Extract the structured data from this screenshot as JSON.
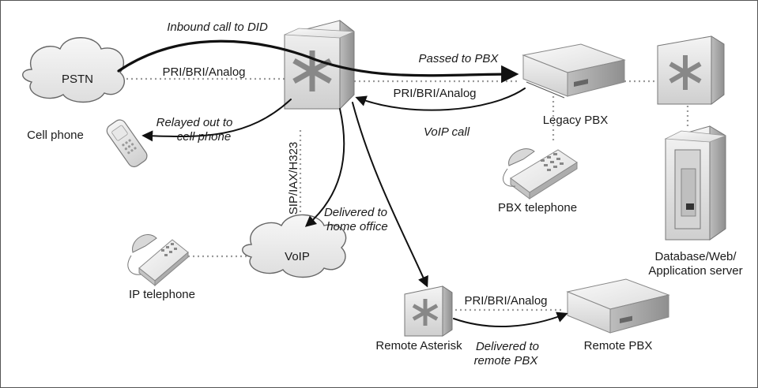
{
  "diagram": {
    "nodes": {
      "pstn": "PSTN",
      "cell_phone": "Cell phone",
      "voip": "VoIP",
      "ip_telephone": "IP telephone",
      "legacy_pbx": "Legacy PBX",
      "pbx_telephone": "PBX telephone",
      "server_line1": "Database/Web/",
      "server_line2": "Application server",
      "remote_asterisk": "Remote Asterisk",
      "remote_pbx": "Remote PBX"
    },
    "links": {
      "pstn_asterisk": "PRI/BRI/Analog",
      "asterisk_pbx": "PRI/BRI/Analog",
      "asterisk_voip": "SIP/IAX/H323",
      "remote_link": "PRI/BRI/Analog"
    },
    "flows": {
      "inbound": "Inbound call to DID",
      "passed": "Passed to PBX",
      "voip_call": "VoIP call",
      "relayed_line1": "Relayed out to",
      "relayed_line2": "cell phone",
      "home_line1": "Delivered to",
      "home_line2": "home office",
      "remote_line1": "Delivered to",
      "remote_line2": "remote PBX"
    }
  }
}
